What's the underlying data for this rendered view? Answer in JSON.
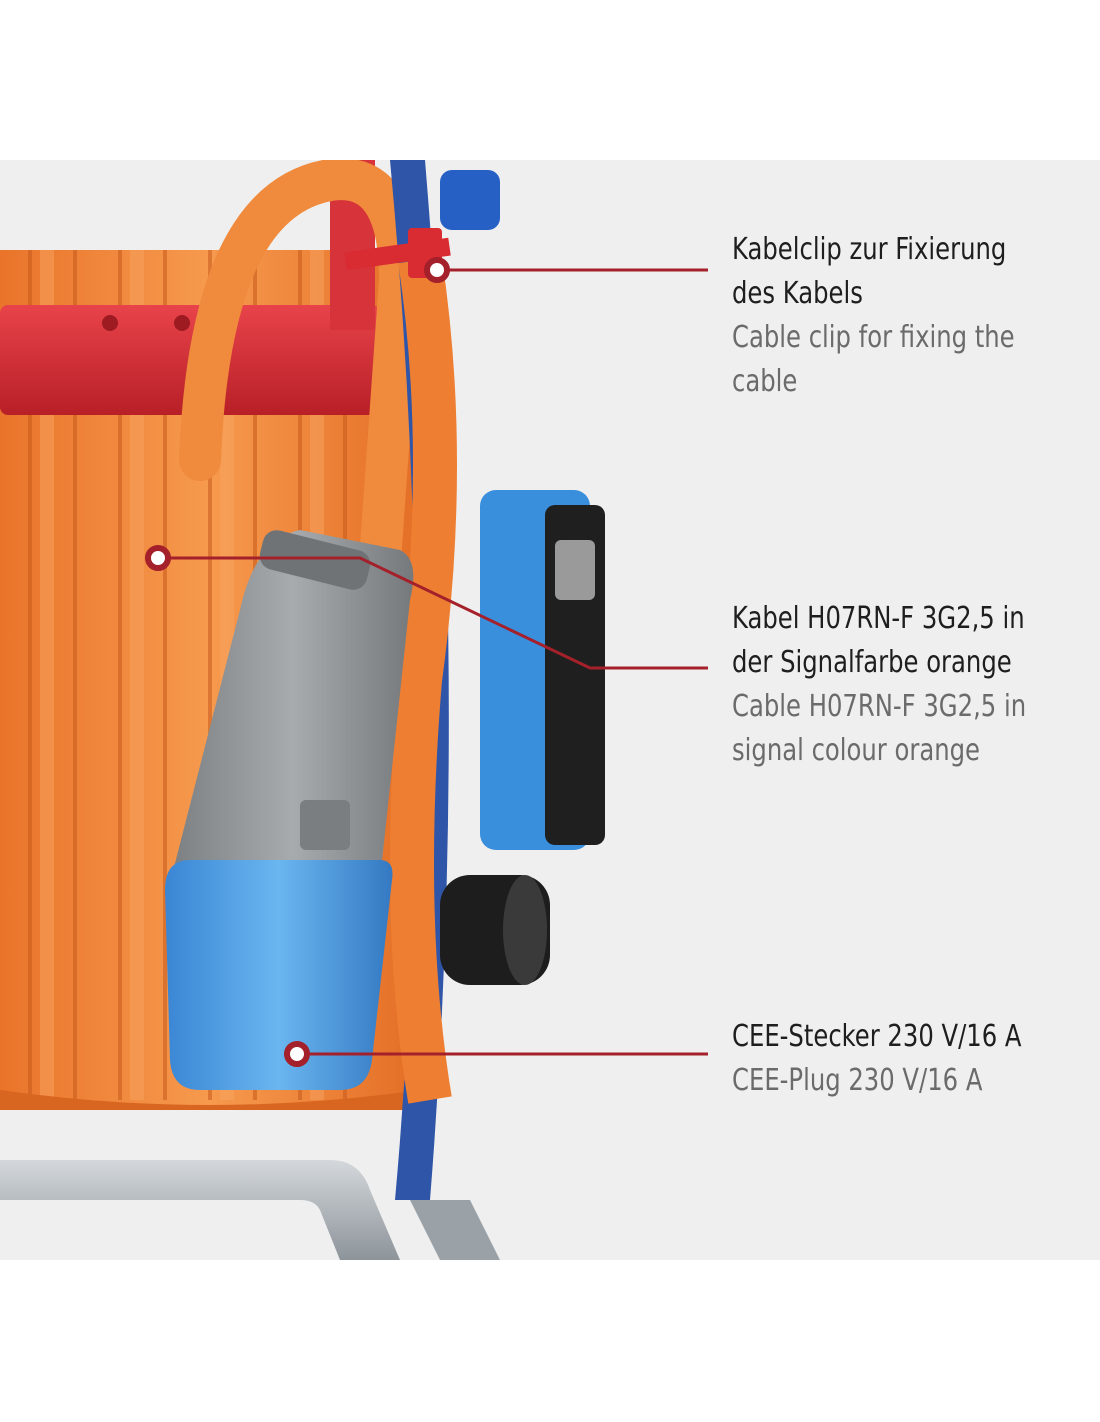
{
  "colors": {
    "background": "#efefef",
    "cable_orange": "#f08a3c",
    "reel_red": "#d92b32",
    "reel_blue": "#2f55a8",
    "plug_blue": "#4b9be0",
    "plug_gray": "#8f9396",
    "callout_line": "#a4202a",
    "text_primary": "#1e1e1e",
    "text_secondary": "#6b6b6b"
  },
  "callouts": [
    {
      "de": [
        "Kabelclip zur Fixierung",
        "des Kabels"
      ],
      "en": [
        "Cable clip for fixing the",
        "cable"
      ]
    },
    {
      "de": [
        "Kabel H07RN-F 3G2,5 in",
        "der Signalfarbe orange"
      ],
      "en": [
        "Cable H07RN-F 3G2,5 in",
        "signal colour orange"
      ]
    },
    {
      "de": [
        "CEE-Stecker 230 V/16 A"
      ],
      "en": [
        "CEE-Plug 230 V/16 A"
      ]
    }
  ]
}
